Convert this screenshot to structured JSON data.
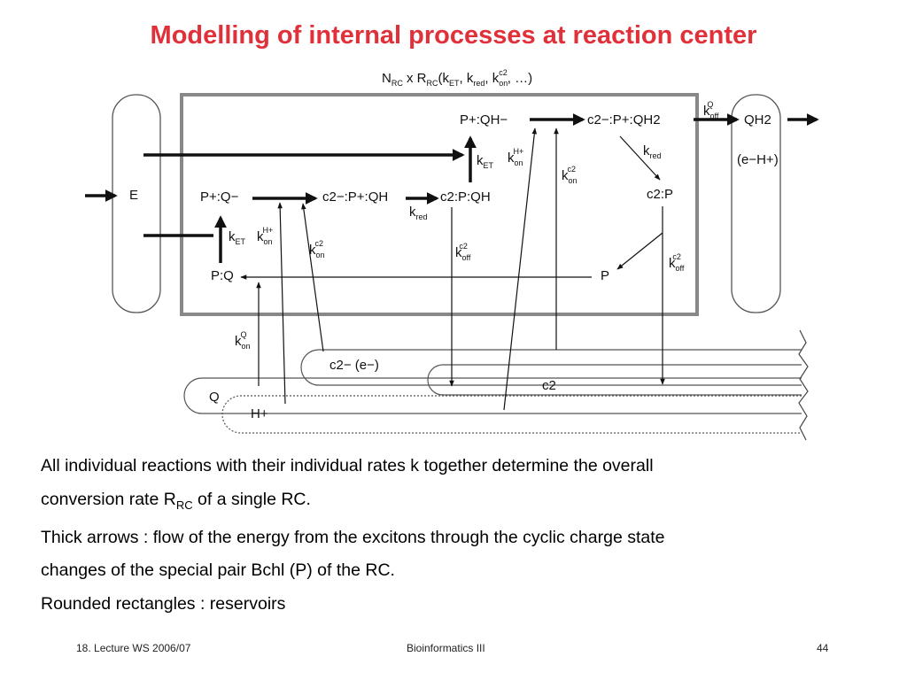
{
  "slide": {
    "title": "Modelling of internal processes at reaction center"
  },
  "diagram": {
    "formula": {
      "n": "N",
      "n_sub": "RC",
      "times": " x R",
      "r_sub": "RC",
      "open": "(k",
      "et_sub": "ET",
      "comma1": ", k",
      "red_sub": "red",
      "comma2": ", k",
      "on_sub": "on",
      "on_sup": "c2",
      "tail": ", …)"
    },
    "states": {
      "p_plus_qh_minus": "P+:QH−",
      "c2_minus_p_plus_qh2": "c2−:P+:QH2",
      "qh2": "QH2",
      "e_minus_h_plus": "(e−H+)",
      "e": "E",
      "p_plus_q_minus": "P+:Q−",
      "c2_minus_p_plus_qh": "c2−:P+:QH",
      "c2_p_qh": "c2:P:QH",
      "c2_p": "c2:P",
      "p_q": "P:Q",
      "p": "P"
    },
    "rates": {
      "k": "k",
      "et_sub": "ET",
      "red_sub": "red",
      "on_sub": "on",
      "off_sub": "off",
      "sup_h": "H+",
      "sup_c2": "c2",
      "sup_q": "Q"
    },
    "reservoirs": {
      "c2_minus_e": "c2−  (e−)",
      "c2": "c2",
      "q": "Q",
      "h_plus": "H+"
    }
  },
  "caption": {
    "line1": "All individual reactions with their individual rates k together determine the overall",
    "line2_pre": "conversion rate R",
    "line2_sub": "RC",
    "line2_post": " of a single RC.",
    "line3": "Thick arrows : flow of the energy from the excitons through the cyclic charge state",
    "line4": "changes of the special pair Bchl (P) of the RC.",
    "line5": "Rounded rectangles : reservoirs"
  },
  "footer": {
    "left": "18. Lecture WS 2006/07",
    "center": "Bioinformatics III",
    "page": "44"
  }
}
